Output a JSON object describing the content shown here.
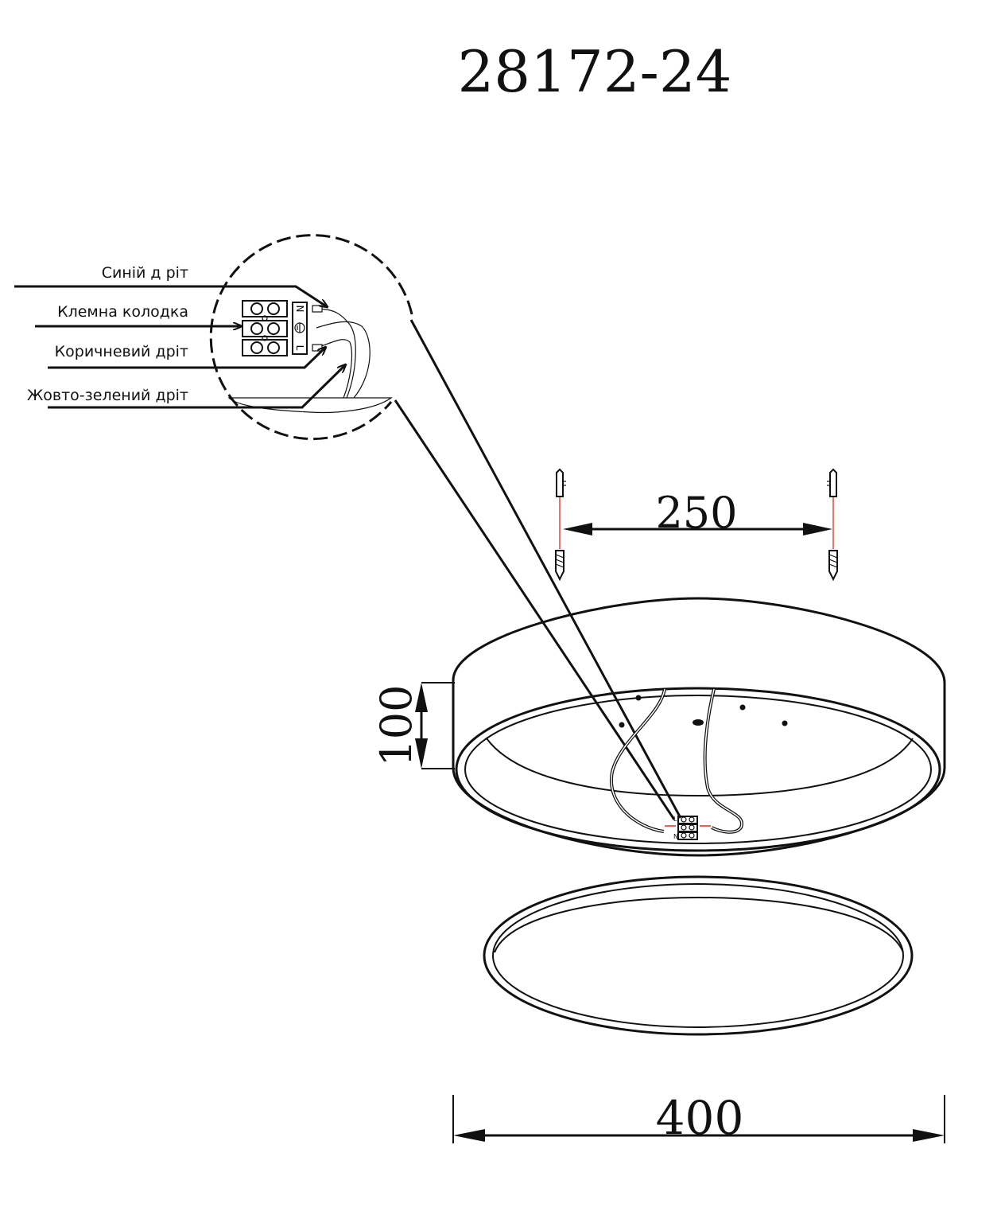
{
  "title": "28172-24",
  "colors": {
    "line": "#111111",
    "accent": "#e0301e",
    "background": "#ffffff"
  },
  "labels": {
    "blue_wire": "Синій д ріт",
    "terminal_block": "Клемна колодка",
    "brown_wire": "Коричневий дріт",
    "ground_wire": "Жовто-зелений дріт"
  },
  "terminal_marks": {
    "n": "N",
    "l": "L"
  },
  "dimensions": {
    "mount_spacing": "250",
    "height": "100",
    "diameter": "400"
  }
}
